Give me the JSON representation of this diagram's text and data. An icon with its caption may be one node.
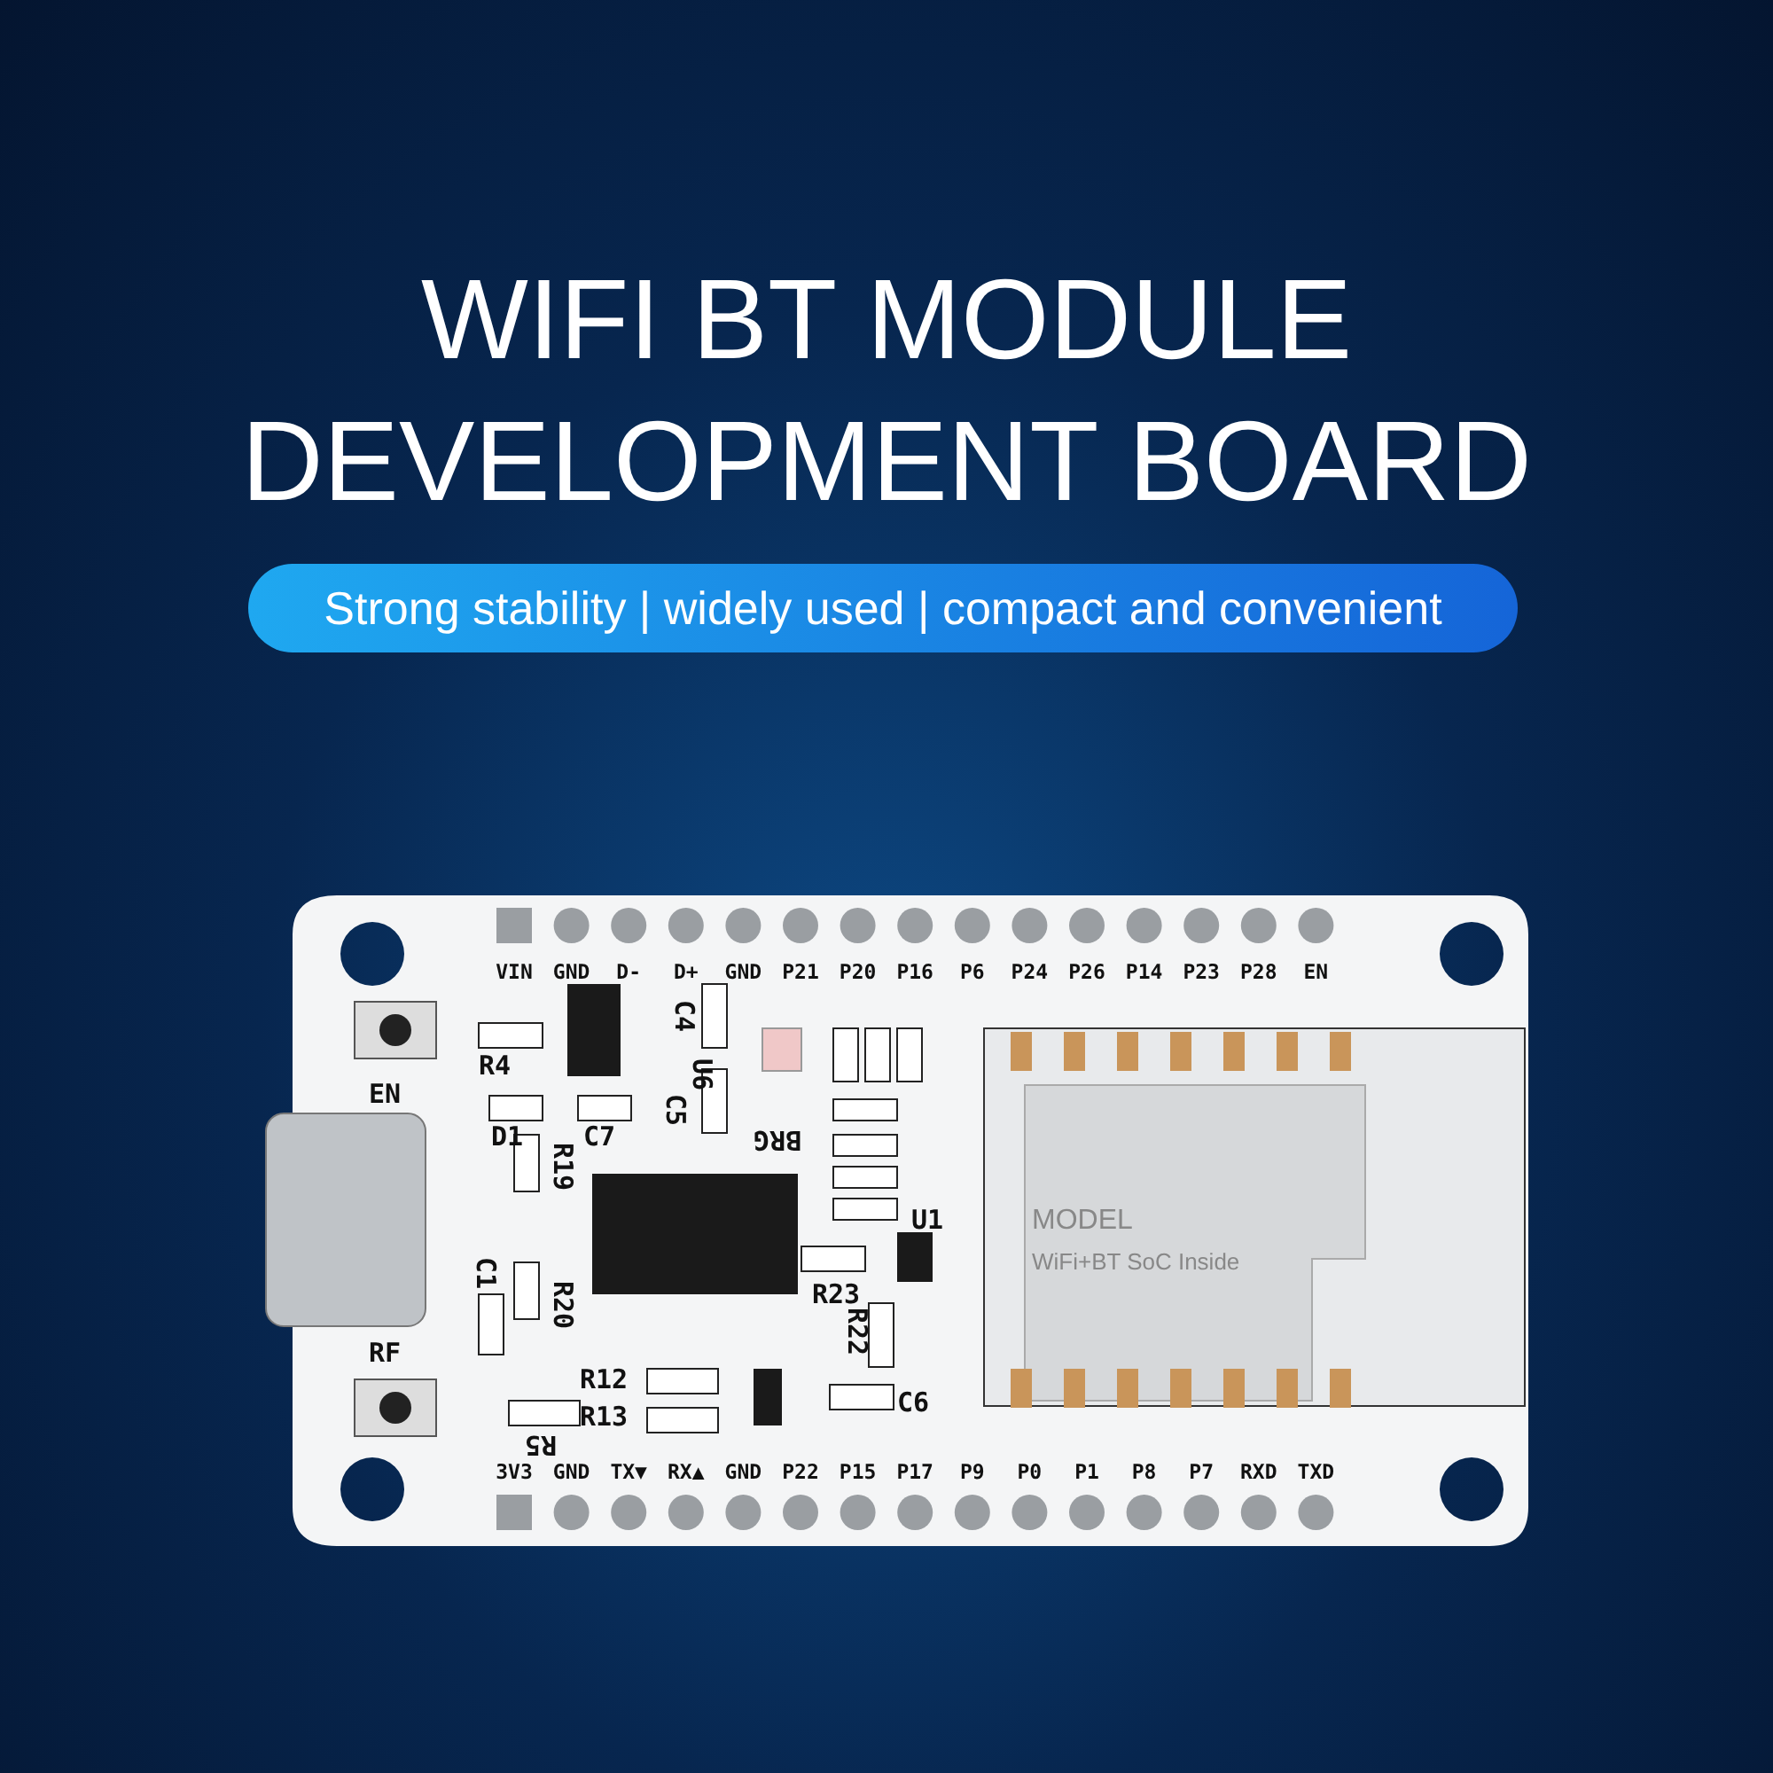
{
  "diagram": {
    "title": "WIFI BT MODULE DEVELOPMENT BOARD",
    "labels": [
      "Strong stability | widely used | compact and convenient",
      "VIN",
      "GND",
      "D-",
      "D+",
      "GND",
      "P21",
      "P20",
      "P16",
      "P6",
      "P24",
      "P26",
      "P14",
      "P23",
      "P28",
      "EN",
      "C4",
      "R4",
      "EN",
      "D1",
      "C7",
      "C5",
      "U6",
      "BRG",
      "R19",
      "U1",
      "C1",
      "R20",
      "R23",
      "R22",
      "RF",
      "R12",
      "R13",
      "C6",
      "R5",
      "MODEL",
      "WiFi+BT SoC Inside",
      "3V3",
      "GND",
      "TX▼",
      "RX▲",
      "GND",
      "P22",
      "P15",
      "P17",
      "P9",
      "P0",
      "P1",
      "P8",
      "P7",
      "RXD",
      "TXD"
    ]
  }
}
